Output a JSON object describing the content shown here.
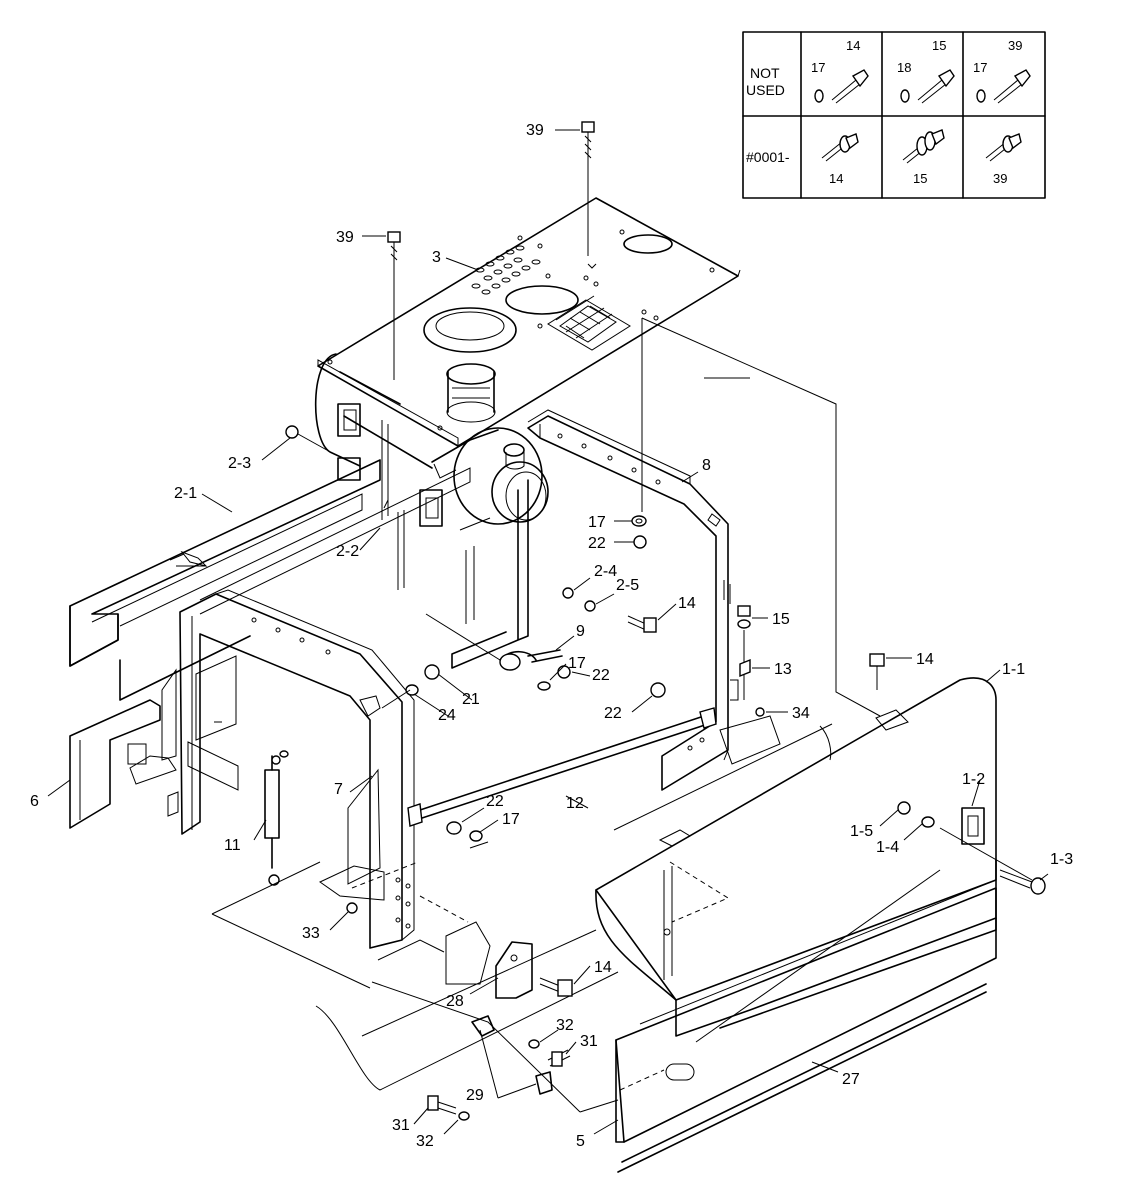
{
  "table": {
    "row1_label_line1": "NOT",
    "row1_label_line2": "USED",
    "row2_label": "#0001-",
    "cells": [
      {
        "a": "17",
        "b": "14"
      },
      {
        "a": "18",
        "b": "15"
      },
      {
        "a": "17",
        "b": "39"
      }
    ],
    "row2_cells": [
      "14",
      "15",
      "39"
    ]
  },
  "labels": {
    "p39a": "39",
    "p39b": "39",
    "p3": "3",
    "p8": "8",
    "p2_3": "2-3",
    "p2_1": "2-1",
    "p2_2": "2-2",
    "p2_4": "2-4",
    "p2_5": "2-5",
    "p17a": "17",
    "p22a": "22",
    "p14a": "14",
    "p15": "15",
    "p13": "13",
    "p14b": "14",
    "p1_1": "1-1",
    "p9": "9",
    "p17b": "17",
    "p22b": "22",
    "p21": "21",
    "p24": "24",
    "p22c": "22",
    "p34": "34",
    "p6": "6",
    "p7": "7",
    "p12": "12",
    "p11": "11",
    "p22d": "22",
    "p17c": "17",
    "p1_2": "1-2",
    "p1_5": "1-5",
    "p1_4": "1-4",
    "p1_3": "1-3",
    "p33": "33",
    "p28": "28",
    "p14c": "14",
    "p32a": "32",
    "p31a": "31",
    "p27": "27",
    "p29": "29",
    "p31b": "31",
    "p32b": "32",
    "p5": "5"
  }
}
